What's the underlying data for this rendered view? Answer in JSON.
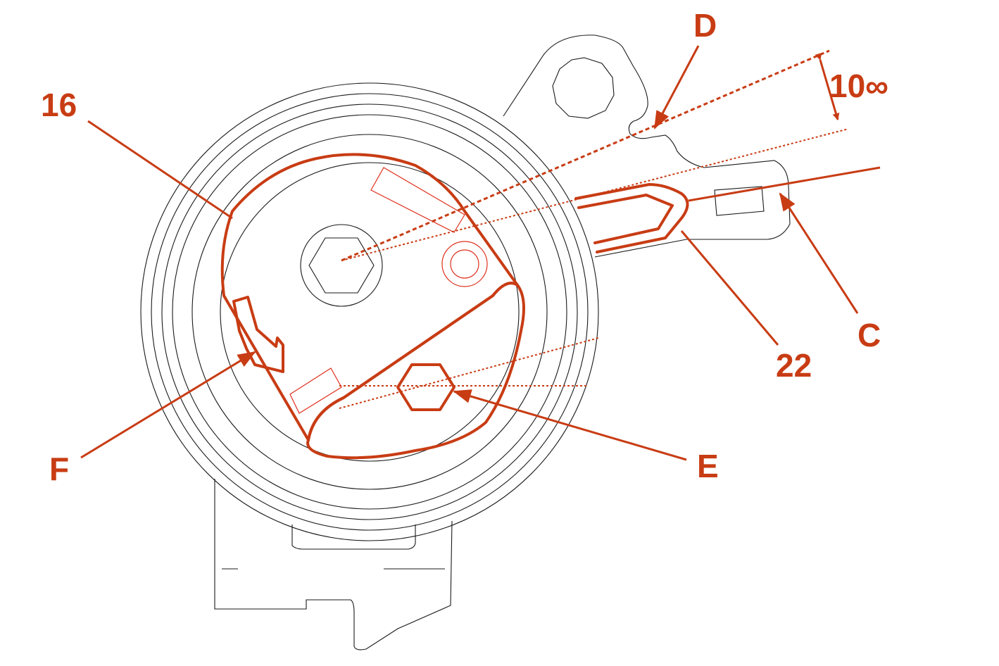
{
  "labels": {
    "l16": "16",
    "lD": "D",
    "lAngle": "10∞",
    "lC": "C",
    "l22": "22",
    "lF": "F",
    "lE": "E"
  },
  "colors": {
    "accent": "#c83c14",
    "line": "#1a1a1a",
    "background": "#ffffff"
  }
}
